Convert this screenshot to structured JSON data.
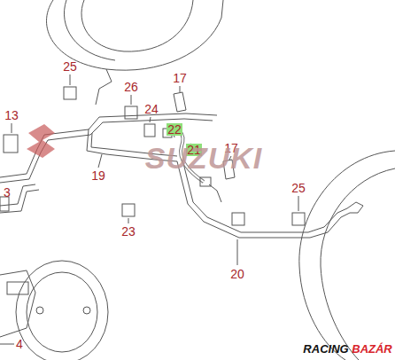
{
  "diagram": {
    "labels": [
      "25",
      "26",
      "17",
      "13",
      "24",
      "22",
      "21",
      "17",
      "19",
      "3",
      "25",
      "23",
      "20",
      "4",
      "SUZUKI",
      "RACING",
      "BAZÁR"
    ]
  }
}
